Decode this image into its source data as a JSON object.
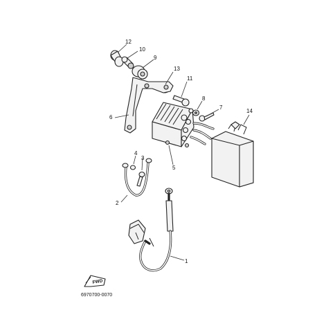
{
  "diagram": {
    "callouts": [
      {
        "id": "c1",
        "label": "1"
      },
      {
        "id": "c2",
        "label": "2"
      },
      {
        "id": "c3",
        "label": "3"
      },
      {
        "id": "c4",
        "label": "4"
      },
      {
        "id": "c5",
        "label": "5"
      },
      {
        "id": "c6",
        "label": "6"
      },
      {
        "id": "c7",
        "label": "7"
      },
      {
        "id": "c8",
        "label": "8"
      },
      {
        "id": "c9",
        "label": "9"
      },
      {
        "id": "c10",
        "label": "10"
      },
      {
        "id": "c11",
        "label": "11"
      },
      {
        "id": "c12",
        "label": "12"
      },
      {
        "id": "c13",
        "label": "13"
      },
      {
        "id": "c14",
        "label": "14"
      }
    ],
    "fwd_label": "FWD",
    "figure_code": "6970700-0070"
  }
}
